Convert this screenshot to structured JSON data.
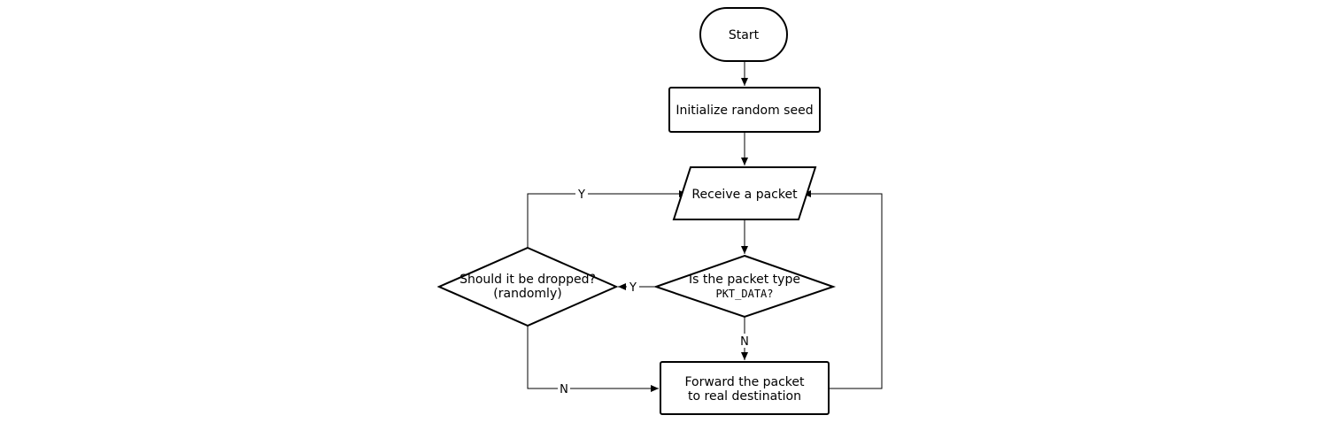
{
  "diagram": {
    "nodes": {
      "start": {
        "label": "Start"
      },
      "init": {
        "label": "Initialize random seed"
      },
      "receive": {
        "label": "Receive a packet"
      },
      "is_data": {
        "line1": "Is the packet type",
        "line2": "PKT_DATA?"
      },
      "drop": {
        "line1": "Should it be dropped?",
        "line2": "(randomly)"
      },
      "forward": {
        "line1": "Forward the packet",
        "line2": "to real destination"
      }
    },
    "edges": {
      "is_data_yes": "Y",
      "is_data_no": "N",
      "drop_yes": "Y",
      "drop_no": "N"
    }
  }
}
